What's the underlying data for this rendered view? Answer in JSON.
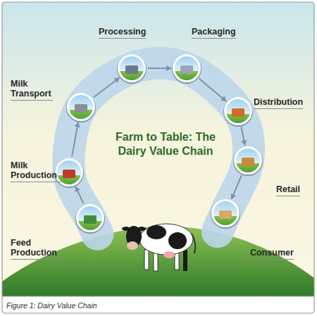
{
  "diagram": {
    "title": "Farm to Table: The Dairy Value Chain",
    "caption": "Figure 1: Dairy Value Chain",
    "nodes": [
      {
        "text": [
          "Feed Production"
        ]
      },
      {
        "text": [
          "Milk Production"
        ]
      },
      {
        "text": [
          "Milk Transport"
        ]
      },
      {
        "text": [
          "Processing"
        ]
      },
      {
        "text": [
          "Packaging"
        ]
      },
      {
        "text": [
          "Distribution"
        ]
      },
      {
        "text": [
          "Retail"
        ]
      },
      {
        "text": [
          "Consumer"
        ]
      }
    ],
    "edges": [
      {
        "from": 0,
        "to": 1,
        "arrow": "to"
      },
      {
        "from": 1,
        "to": 2,
        "arrow": "to"
      },
      {
        "from": 2,
        "to": 3,
        "arrow": "to"
      },
      {
        "from": 3,
        "to": 4,
        "arrow": "to"
      },
      {
        "from": 4,
        "to": 5,
        "arrow": "to"
      },
      {
        "from": 5,
        "to": 6,
        "arrow": "to"
      },
      {
        "from": 6,
        "to": 7,
        "arrow": "to"
      }
    ]
  }
}
